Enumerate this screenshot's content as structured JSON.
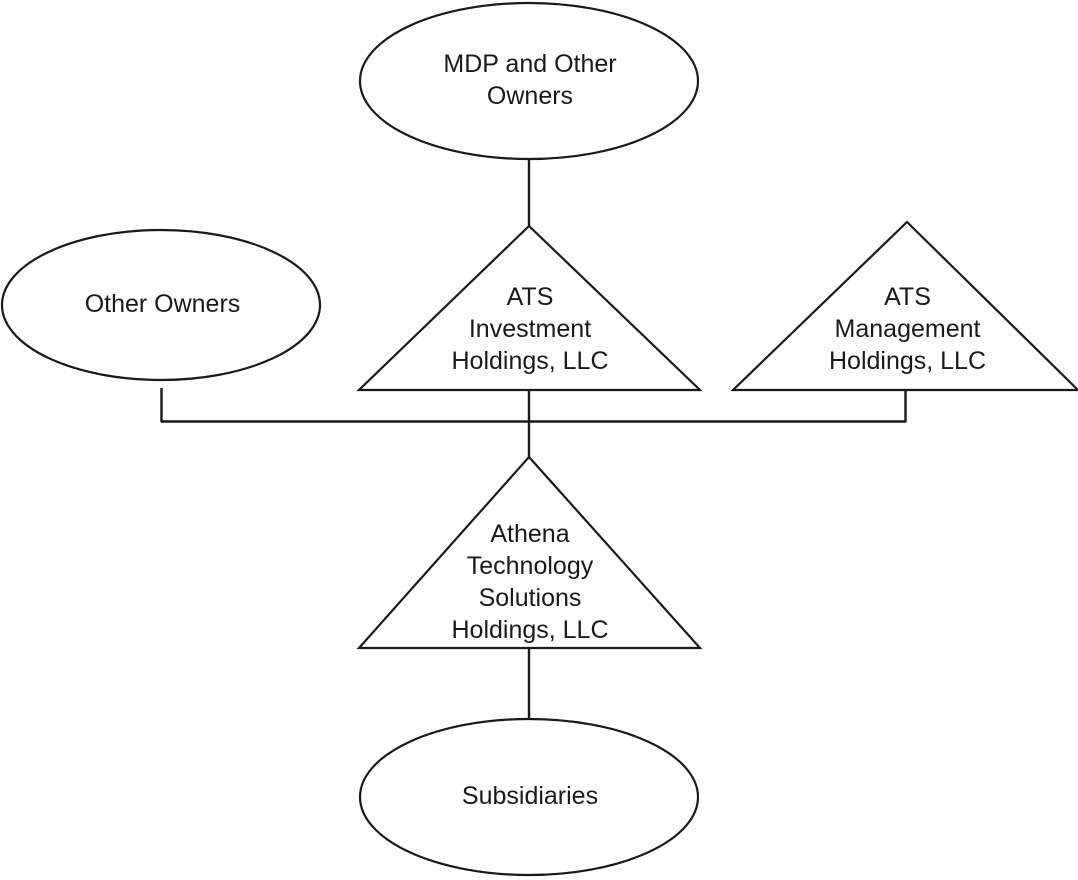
{
  "diagram": {
    "title": "Organizational ownership structure chart",
    "background_color": "#ffffff",
    "line_color": "#1a1a1a",
    "text_color": "#1a1a1a",
    "nodes": {
      "mdp_and_other_owners": {
        "label": "MDP and Other\nOwners",
        "shape": "ellipse"
      },
      "other_owners": {
        "label": "Other Owners",
        "shape": "ellipse"
      },
      "ats_investment_holdings": {
        "label": "ATS\nInvestment\nHoldings, LLC",
        "shape": "triangle"
      },
      "ats_management_holdings": {
        "label": "ATS\nManagement\nHoldings, LLC",
        "shape": "triangle"
      },
      "athena_technology_solutions_holdings": {
        "label": "Athena\nTechnology\nSolutions\nHoldings, LLC",
        "shape": "triangle"
      },
      "subsidiaries": {
        "label": "Subsidiaries",
        "shape": "ellipse"
      }
    },
    "connections": [
      {
        "from": "mdp_and_other_owners",
        "to": "ats_investment_holdings",
        "type": "vertical"
      },
      {
        "from": "other_owners",
        "to": "athena_technology_solutions_holdings",
        "type": "elbow-bus"
      },
      {
        "from": "ats_investment_holdings",
        "to": "athena_technology_solutions_holdings",
        "type": "vertical"
      },
      {
        "from": "ats_management_holdings",
        "to": "athena_technology_solutions_holdings",
        "type": "elbow-bus"
      },
      {
        "from": "athena_technology_solutions_holdings",
        "to": "subsidiaries",
        "type": "vertical"
      }
    ]
  }
}
